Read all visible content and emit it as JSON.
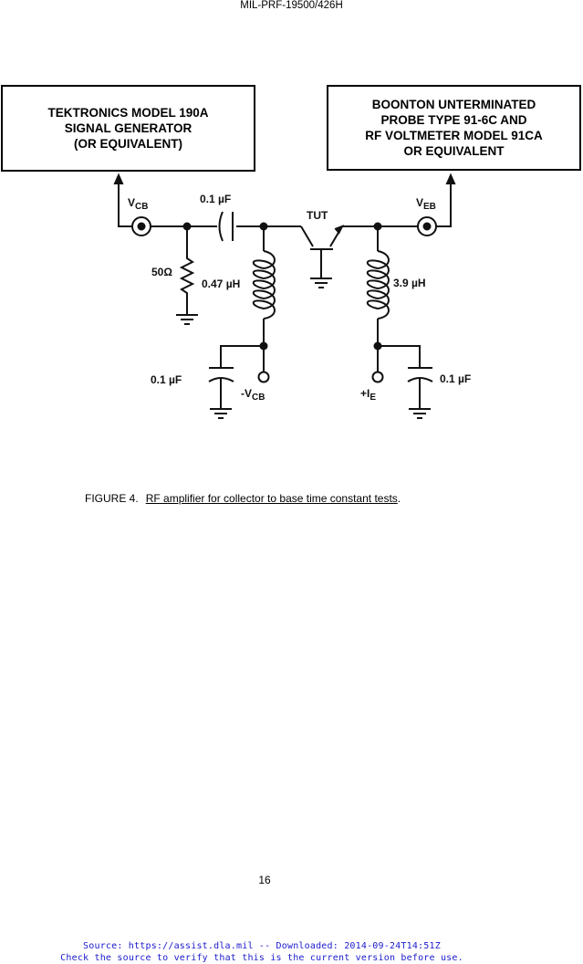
{
  "header": {
    "doc_id": "MIL-PRF-19500/426H"
  },
  "figure": {
    "left_box": [
      "TEKTRONICS MODEL 190A",
      "SIGNAL GENERATOR",
      "(OR EQUIVALENT)"
    ],
    "right_box": [
      "BOONTON UNTERMINATED",
      "PROBE TYPE 91-6C AND",
      "RF VOLTMETER MODEL 91CA",
      "OR EQUIVALENT"
    ],
    "labels": {
      "vcb_main": "V",
      "vcb_sub": "CB",
      "veb_main": "V",
      "veb_sub": "EB",
      "cap_top": "0.1  µF",
      "tut": "TUT",
      "resistor": "50Ω",
      "ind_left": "0.47 µH",
      "ind_right": "3.9 µH",
      "cap_left": "0.1  µF",
      "cap_right": "0.1  µF",
      "neg_vcb_main": "-V",
      "neg_vcb_sub": "CB",
      "ie_main": "+I",
      "ie_sub": "E"
    },
    "caption_label": "FIGURE 4.",
    "caption_title": "RF amplifier for collector to base time constant tests",
    "caption_end": "."
  },
  "page_number": "16",
  "footer": {
    "line1": "Source: https://assist.dla.mil -- Downloaded: 2014-09-24T14:51Z",
    "line2": "Check the source to verify that this is the current version before use."
  }
}
